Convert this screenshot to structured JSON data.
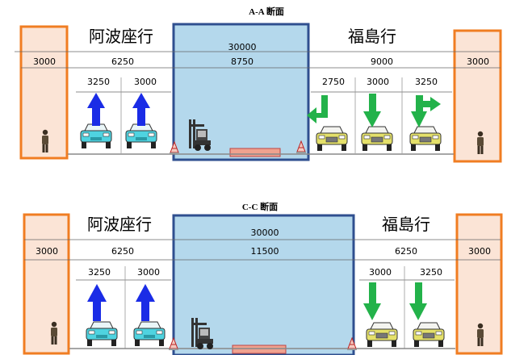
{
  "colors": {
    "sidewalk_fill": "#fbe4d6",
    "sidewalk_border": "#f07d22",
    "median_fill": "#b4d8ec",
    "median_border": "#2f4f8f",
    "arrow_blue": "#1a2ce6",
    "arrow_green": "#23b24a",
    "car_cyan": "#4fd3e0",
    "car_yellow": "#e4e06a",
    "dim_line": "#666666"
  },
  "icons": [
    "person-icon",
    "forklift-icon",
    "car-icon",
    "traffic-cone-icon",
    "arrow-up-icon",
    "arrow-down-icon",
    "arrow-turn-left-icon",
    "arrow-turn-right-icon"
  ],
  "sections": [
    {
      "title": "A-A 断面",
      "left_label": "阿波座行",
      "right_label": "福島行",
      "total_width": "30000",
      "left_sidewalk": "3000",
      "right_sidewalk": "3000",
      "left_road": "6250",
      "median": "8750",
      "right_road": "9000",
      "left_lanes": [
        "3250",
        "3000"
      ],
      "right_lanes": [
        "2750",
        "3000",
        "3250"
      ]
    },
    {
      "title": "C-C 断面",
      "left_label": "阿波座行",
      "right_label": "福島行",
      "total_width": "30000",
      "left_sidewalk": "3000",
      "right_sidewalk": "3000",
      "left_road": "6250",
      "median": "11500",
      "right_road": "6250",
      "left_lanes": [
        "3250",
        "3000"
      ],
      "right_lanes": [
        "3000",
        "3250"
      ]
    }
  ]
}
